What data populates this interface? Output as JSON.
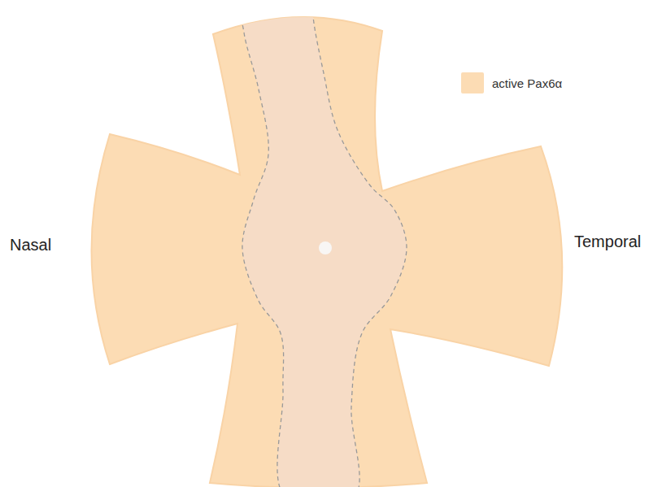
{
  "diagram": {
    "labels": [
      "Nasal",
      "Temporal"
    ],
    "legend": [
      {
        "text": "active Pax6α",
        "color": "#fcdcb4"
      }
    ]
  }
}
